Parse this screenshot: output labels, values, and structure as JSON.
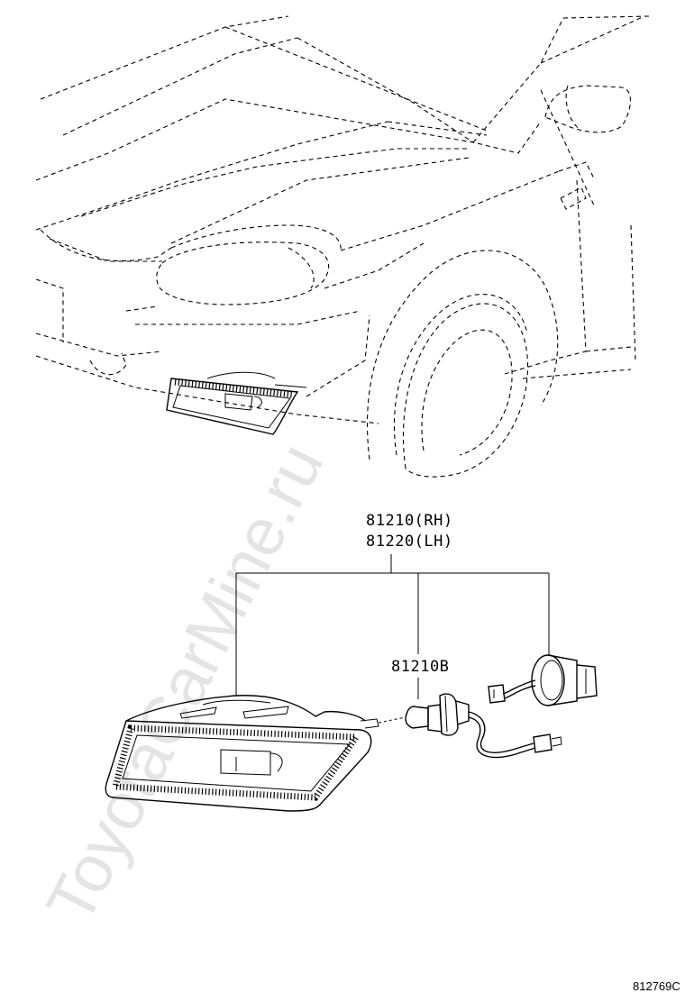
{
  "parts": {
    "fog_lamp_rh": "81210(RH)",
    "fog_lamp_lh": "81220(LH)",
    "bulb": "81210B"
  },
  "watermark": "ToyotaCarMine.ru",
  "figure_code": "812769C"
}
